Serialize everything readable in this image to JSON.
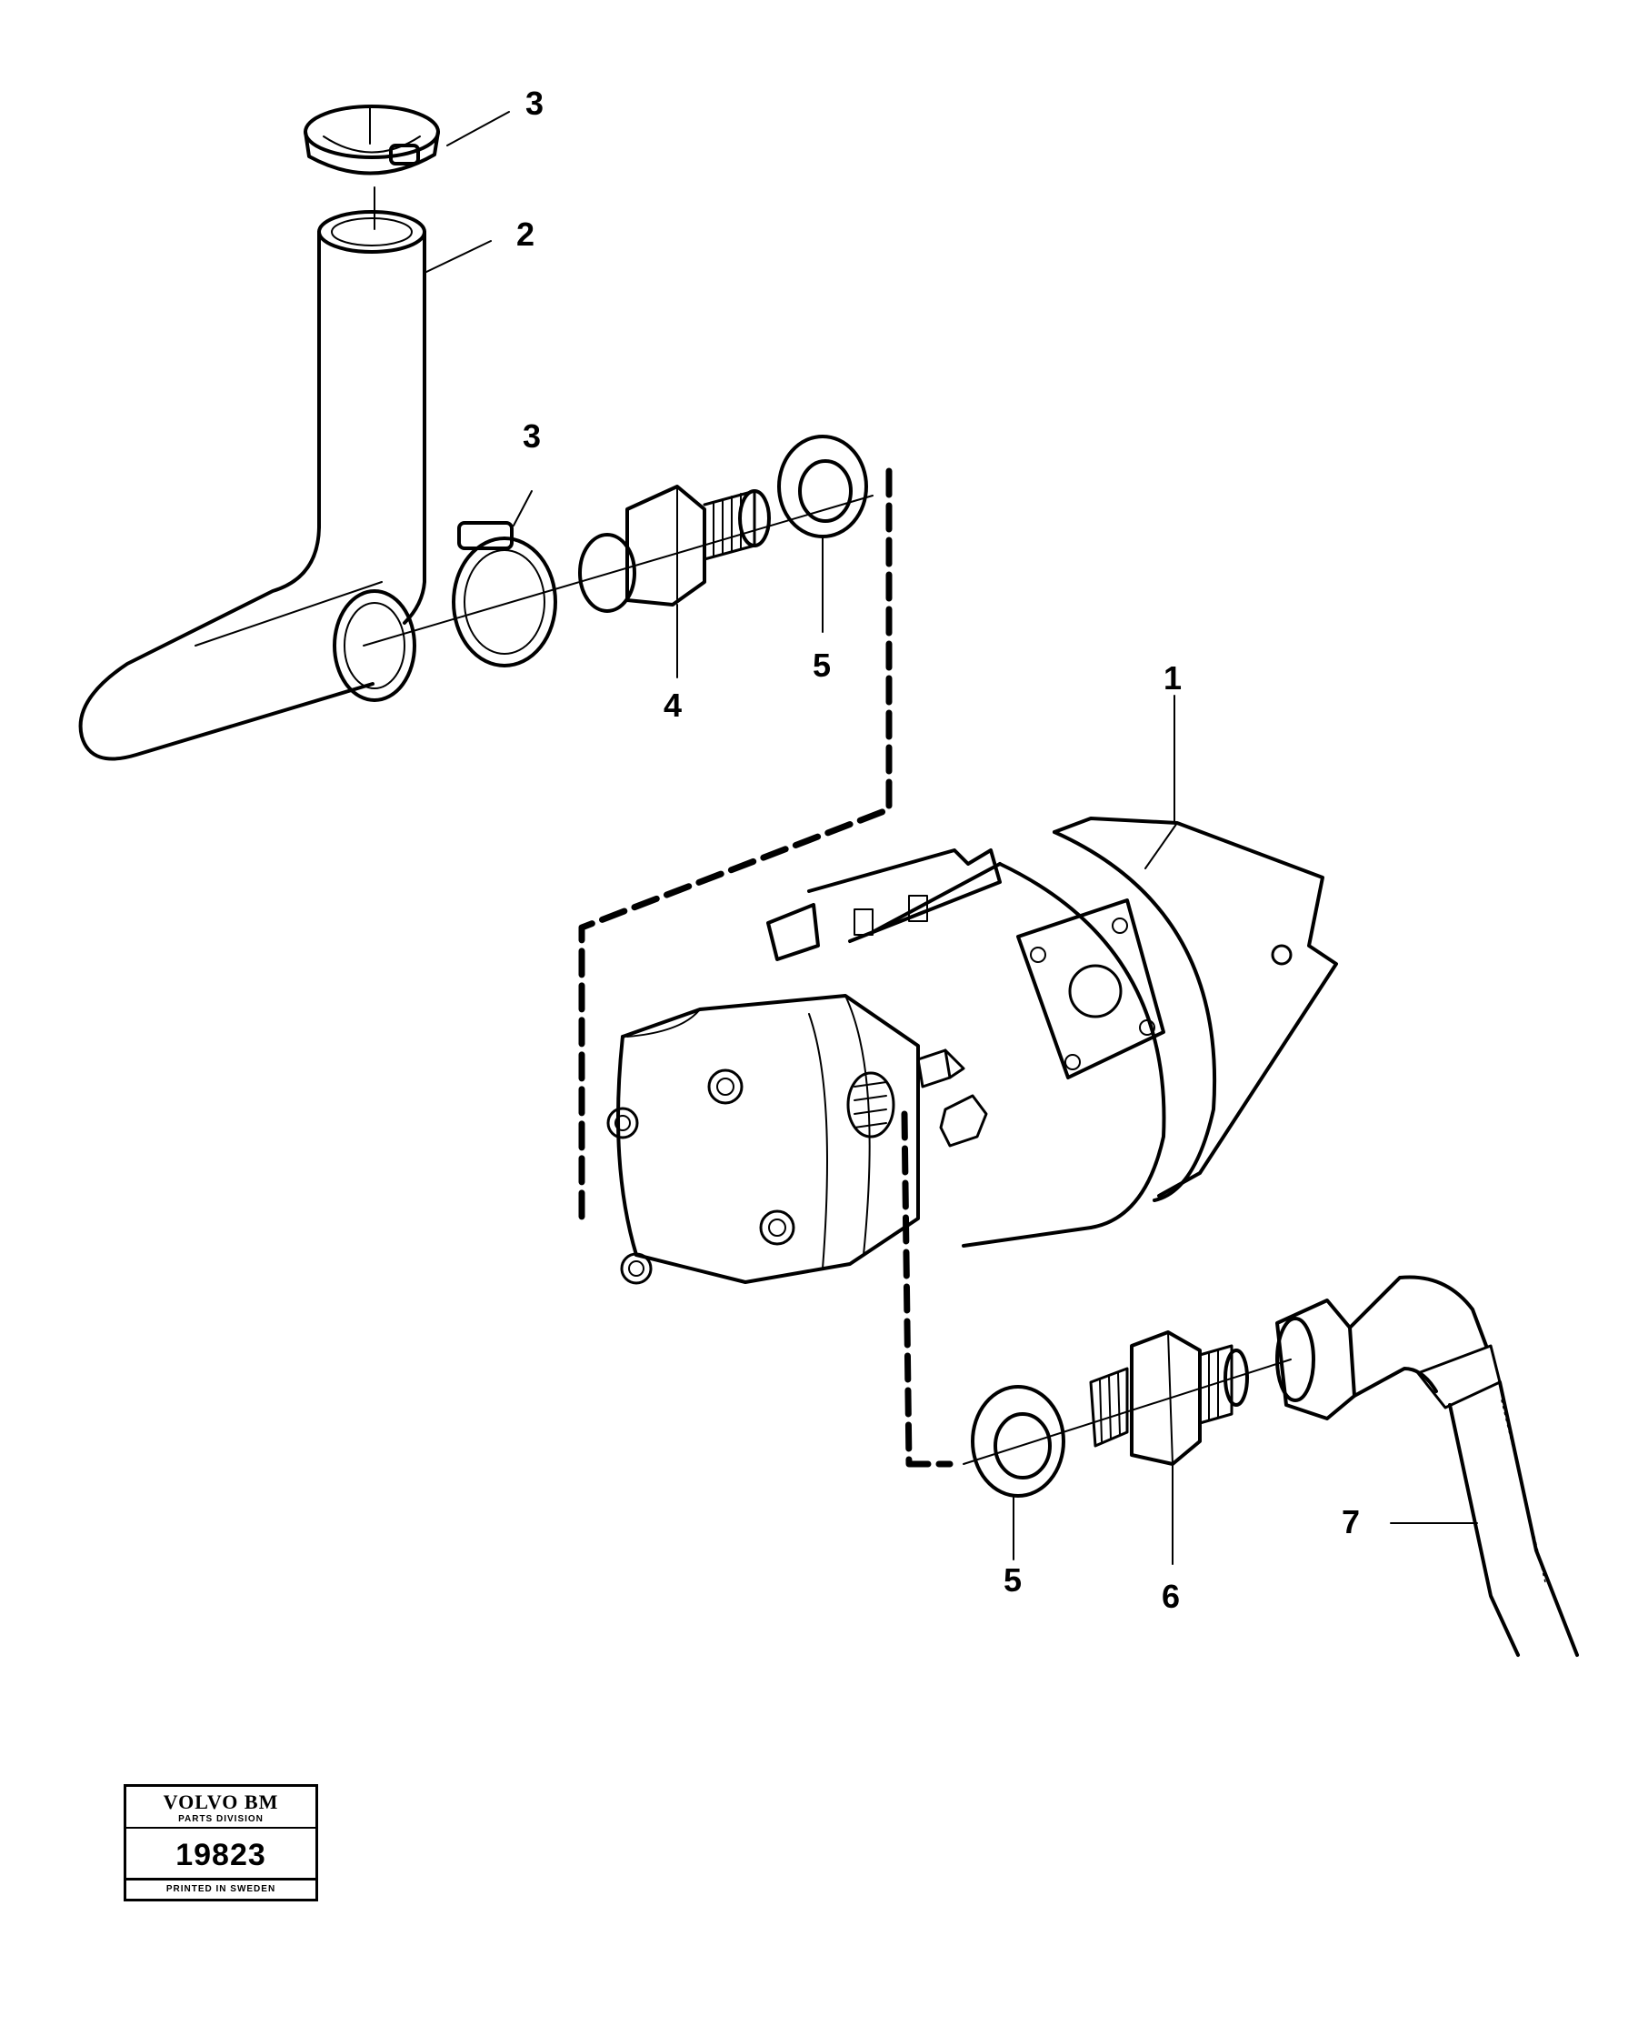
{
  "callouts": {
    "c1": "1",
    "c2": "2",
    "c3_top": "3",
    "c3_mid": "3",
    "c4": "4",
    "c5_top": "5",
    "c5_bottom": "5",
    "c6": "6",
    "c7": "7"
  },
  "stamp": {
    "brand": "VOLVO BM",
    "division": "PARTS DIVISION",
    "number": "19823",
    "printed": "PRINTED IN SWEDEN"
  },
  "colors": {
    "ink": "#000000",
    "paper": "#ffffff"
  }
}
